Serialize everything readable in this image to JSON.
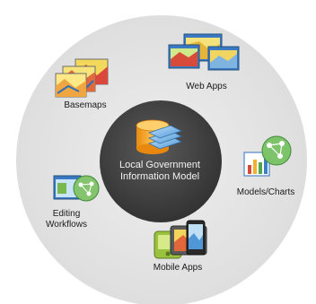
{
  "center": {
    "line1": "Local Government",
    "line2": "Information Model",
    "icon": "database-layers-icon"
  },
  "nodes": [
    {
      "id": "web-apps",
      "label": "Web Apps",
      "icon": "web-app-windows-icon"
    },
    {
      "id": "basemaps",
      "label": "Basemaps",
      "icon": "map-sheets-icon"
    },
    {
      "id": "models-charts",
      "label": "Models/Charts",
      "icon": "chart-model-icon"
    },
    {
      "id": "editing-workflows",
      "label_line1": "Editing",
      "label_line2": "Workflows",
      "icon": "editing-workflow-icon"
    },
    {
      "id": "mobile-apps",
      "label": "Mobile Apps",
      "icon": "mobile-devices-icon"
    }
  ],
  "colors": {
    "outer_ring": "#e6e6e6",
    "center_disc": "#3f3f3f",
    "center_text": "#f2f2f2",
    "db_orange": "#f5a623",
    "layer_blue": "#6fb3e8",
    "label_text": "#1a1a1a"
  }
}
